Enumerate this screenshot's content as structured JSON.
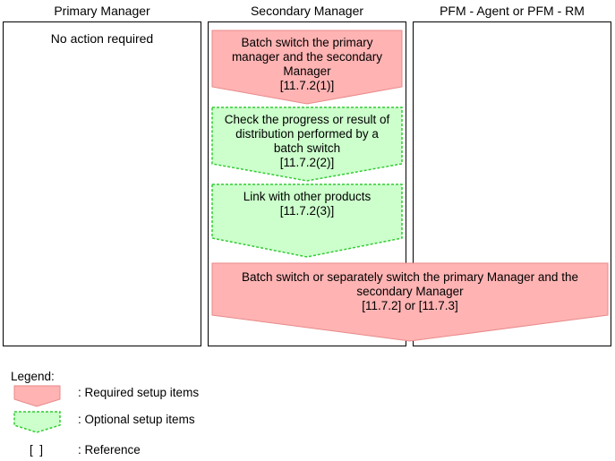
{
  "lanes": {
    "primary": "Primary Manager",
    "secondary": "Secondary Manager",
    "agent": "PFM - Agent or PFM - RM"
  },
  "primary_note": "No action required",
  "steps": {
    "step1": {
      "lines": [
        "Batch switch the primary",
        "manager and the secondary",
        "Manager",
        "[11.7.2(1)]"
      ],
      "kind": "required"
    },
    "step2": {
      "lines": [
        "Check the progress or result of",
        "distribution performed by a",
        "batch switch",
        "[11.7.2(2)]"
      ],
      "kind": "optional"
    },
    "step3": {
      "lines": [
        "Link with other products",
        "[11.7.2(3)]"
      ],
      "kind": "optional"
    },
    "step4": {
      "lines": [
        "Batch switch or separately switch the primary Manager and the",
        "secondary Manager",
        "[11.7.2] or [11.7.3]"
      ],
      "kind": "required"
    }
  },
  "legend": {
    "title": "Legend:",
    "required": ": Required setup items",
    "optional": ": Optional setup items",
    "ref_symbol": "[  ]",
    "reference": ": Reference"
  },
  "colors": {
    "required_fill": "#ffb3b3",
    "required_stroke": "#e88a8a",
    "optional_fill": "#ccffcc",
    "optional_stroke": "#33cc33"
  }
}
